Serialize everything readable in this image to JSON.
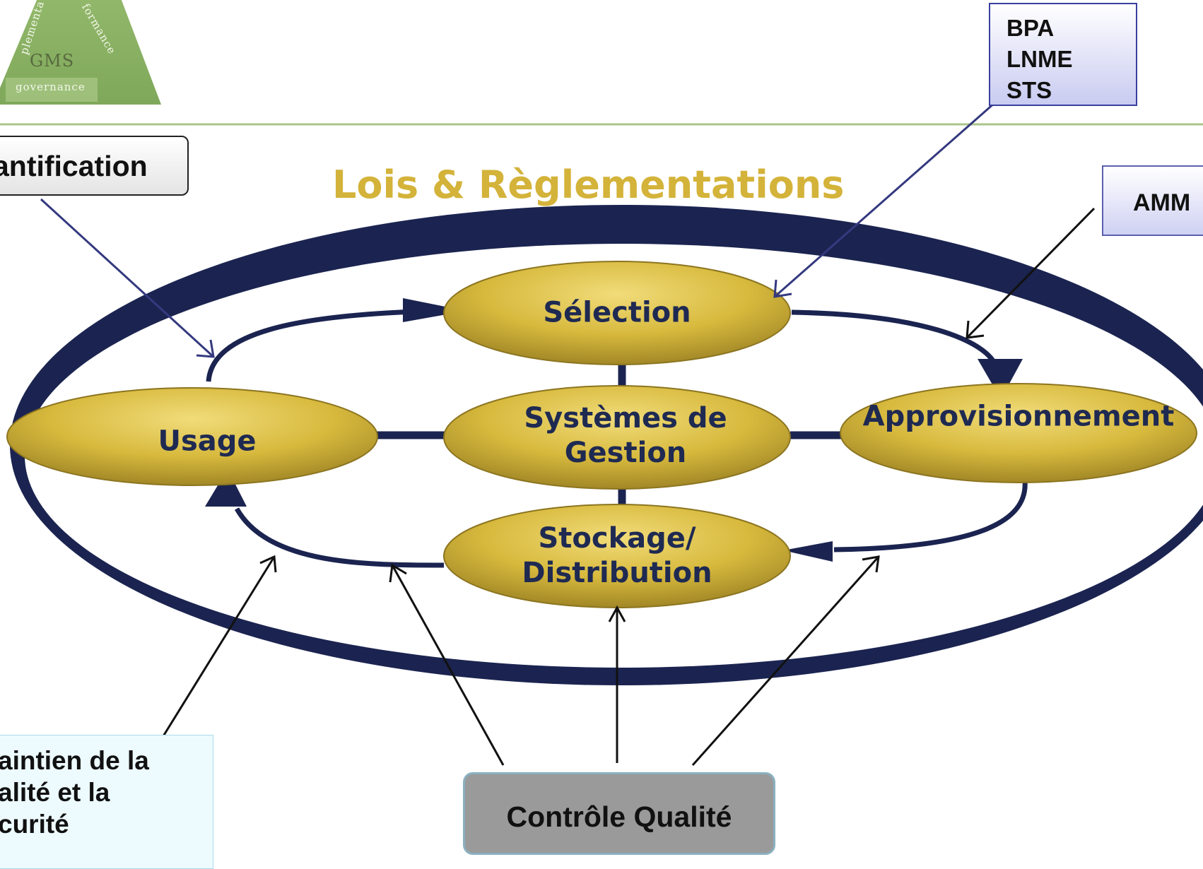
{
  "title": "Lois & Règlementations",
  "nodes": {
    "selection": "Sélection",
    "approvisionnement": "Approvisionnement",
    "stockage": [
      "Stockage/",
      "Distribution"
    ],
    "usage": "Usage",
    "systemes": [
      "Systèmes de",
      "Gestion"
    ]
  },
  "callouts": {
    "bpa": [
      "BPA",
      "LNME",
      "STS"
    ],
    "amm": "AMM",
    "quantification": "antification",
    "maintien": [
      "aintien de la",
      "alité et la",
      "curité"
    ],
    "controle": "Contrôle Qualité"
  },
  "logo": {
    "brand": "GMS",
    "word": "governance",
    "left_fragment": "plementa",
    "right_fragment": "formance"
  },
  "colors": {
    "navy": "#1b2450",
    "gold": "#d4b33a",
    "title": "#d4b33a",
    "logo_green": "#8fb567"
  }
}
